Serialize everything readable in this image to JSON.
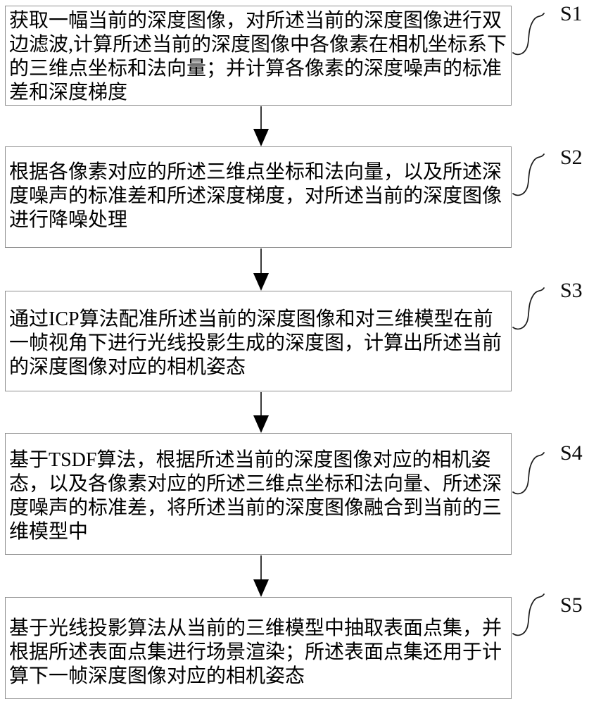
{
  "figure": {
    "type": "flowchart",
    "direction": "top-down",
    "description_locale": "zh-CN"
  },
  "steps": [
    {
      "id": "S1",
      "text": "获取一幅当前的深度图像，对所述当前的深度图像进行双边滤波,计算所述当前的深度图像中各像素在相机坐标系下的三维点坐标和法向量；并计算各像素的深度噪声的标准差和深度梯度"
    },
    {
      "id": "S2",
      "text": "根据各像素对应的所述三维点坐标和法向量，以及所述深度噪声的标准差和所述深度梯度，对所述当前的深度图像进行降噪处理"
    },
    {
      "id": "S3",
      "text": "通过ICP算法配准所述当前的深度图像和对三维模型在前一帧视角下进行光线投影生成的深度图，计算出所述当前的深度图像对应的相机姿态"
    },
    {
      "id": "S4",
      "text": "基于TSDF算法，根据所述当前的深度图像对应的相机姿态，以及各像素对应的所述三维点坐标和法向量、所述深度噪声的标准差，将所述当前的深度图像融合到当前的三维模型中"
    },
    {
      "id": "S5",
      "text": "基于光线投影算法从当前的三维模型中抽取表面点集，并根据所述表面点集进行场景渲染；所述表面点集还用于计算下一帧深度图像对应的相机姿态"
    }
  ],
  "colors": {
    "background": "#ffffff",
    "box_border": "#8f8f8f",
    "text": "#000000",
    "arrow": "#000000",
    "squiggle": "#1c1c1c"
  }
}
